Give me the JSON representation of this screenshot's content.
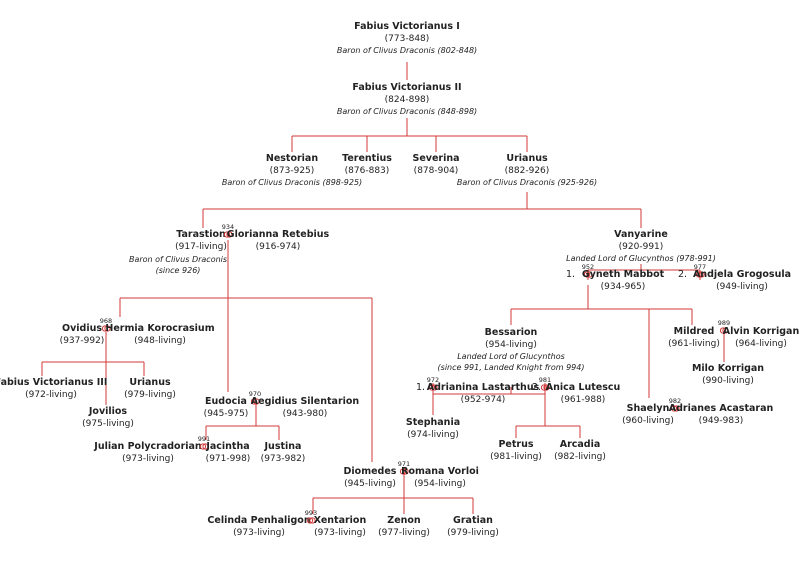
{
  "people": {
    "fv1": {
      "name": "Fabius Victorianus I",
      "life": "(773-848)",
      "title": "Baron of Clivus Draconis (802-848)"
    },
    "fv2": {
      "name": "Fabius Victorianus II",
      "life": "(824-898)",
      "title": "Baron of Clivus Draconis (848-898)"
    },
    "nestorian": {
      "name": "Nestorian",
      "life": "(873-925)",
      "title": "Baron of Clivus Draconis (898-925)"
    },
    "terentius": {
      "name": "Terentius",
      "life": "(876-883)"
    },
    "severina": {
      "name": "Severina",
      "life": "(878-904)"
    },
    "urianus1": {
      "name": "Urianus",
      "life": "(882-926)",
      "title": "Baron of Clivus Draconis (925-926)"
    },
    "tarastion": {
      "name": "Tarastion",
      "life": "(917-living)",
      "title1": "Baron of Clivus Draconis",
      "title2": "(since 926)"
    },
    "glorianna": {
      "name": "Glorianna Retebius",
      "life": "(916-974)"
    },
    "vanyarine": {
      "name": "Vanyarine",
      "life": "(920-991)",
      "title": "Landed Lord of Glucynthos (978-991)"
    },
    "gyneth": {
      "name": "Gyneth Mabbot",
      "life": "(934-965)"
    },
    "andjela": {
      "name": "Andjela Grogosula",
      "life": "(949-living)"
    },
    "ovidius": {
      "name": "Ovidius",
      "life": "(937-992)"
    },
    "hermia": {
      "name": "Hermia Korocrasium",
      "life": "(948-living)"
    },
    "fv3": {
      "name": "Fabius Victorianus III",
      "life": "(972-living)"
    },
    "urianus2": {
      "name": "Urianus",
      "life": "(979-living)"
    },
    "jovilios": {
      "name": "Jovilios",
      "life": "(975-living)"
    },
    "eudocia": {
      "name": "Eudocia",
      "life": "(945-975)"
    },
    "aegidius": {
      "name": "Aegidius Silentarion",
      "life": "(943-980)"
    },
    "julian": {
      "name": "Julian Polycradorian",
      "life": "(973-living)"
    },
    "jacintha": {
      "name": "Jacintha",
      "life": "(971-998)"
    },
    "justina": {
      "name": "Justina",
      "life": "(973-982)"
    },
    "diomedes": {
      "name": "Diomedes",
      "life": "(945-living)"
    },
    "romana": {
      "name": "Romana Vorloi",
      "life": "(954-living)"
    },
    "celinda": {
      "name": "Celinda Penhaligon",
      "life": "(973-living)"
    },
    "xentarion": {
      "name": "Xentarion",
      "life": "(973-living)"
    },
    "zenon": {
      "name": "Zenon",
      "life": "(977-living)"
    },
    "gratian": {
      "name": "Gratian",
      "life": "(979-living)"
    },
    "bessarion": {
      "name": "Bessarion",
      "life": "(954-living)",
      "title1": "Landed Lord of Glucynthos",
      "title2": "(since 991, Landed Knight from 994)"
    },
    "adrianina": {
      "name": "Adrianina Lastarthus",
      "life": "(952-974)"
    },
    "anica": {
      "name": "Anica Lutescu",
      "life": "(961-988)"
    },
    "stephania": {
      "name": "Stephania",
      "life": "(974-living)"
    },
    "petrus": {
      "name": "Petrus",
      "life": "(981-living)"
    },
    "arcadia": {
      "name": "Arcadia",
      "life": "(982-living)"
    },
    "mildred": {
      "name": "Mildred",
      "life": "(961-living)"
    },
    "alvin": {
      "name": "Alvin Korrigan",
      "life": "(964-living)"
    },
    "milo": {
      "name": "Milo Korrigan",
      "life": "(990-living)"
    },
    "shaelyn": {
      "name": "Shaelyn",
      "life": "(960-living)"
    },
    "adrianes": {
      "name": "Adrianes Acastaran",
      "life": "(949-983)"
    }
  },
  "marriages": {
    "m934": "934",
    "m952": "952",
    "m977": "977",
    "m968": "968",
    "m970": "970",
    "m989": "989",
    "m972": "972",
    "m981": "981",
    "m991": "991",
    "m971": "971",
    "m982": "982",
    "m993": "993"
  },
  "order": {
    "gyneth": "1.",
    "andjela": "2.",
    "adrianina": "1.",
    "anica": "2."
  },
  "colors": {
    "line": "#d23a3a",
    "ring": "#d23a3a"
  },
  "icons": {
    "marriage": "interlocked-rings-icon"
  }
}
